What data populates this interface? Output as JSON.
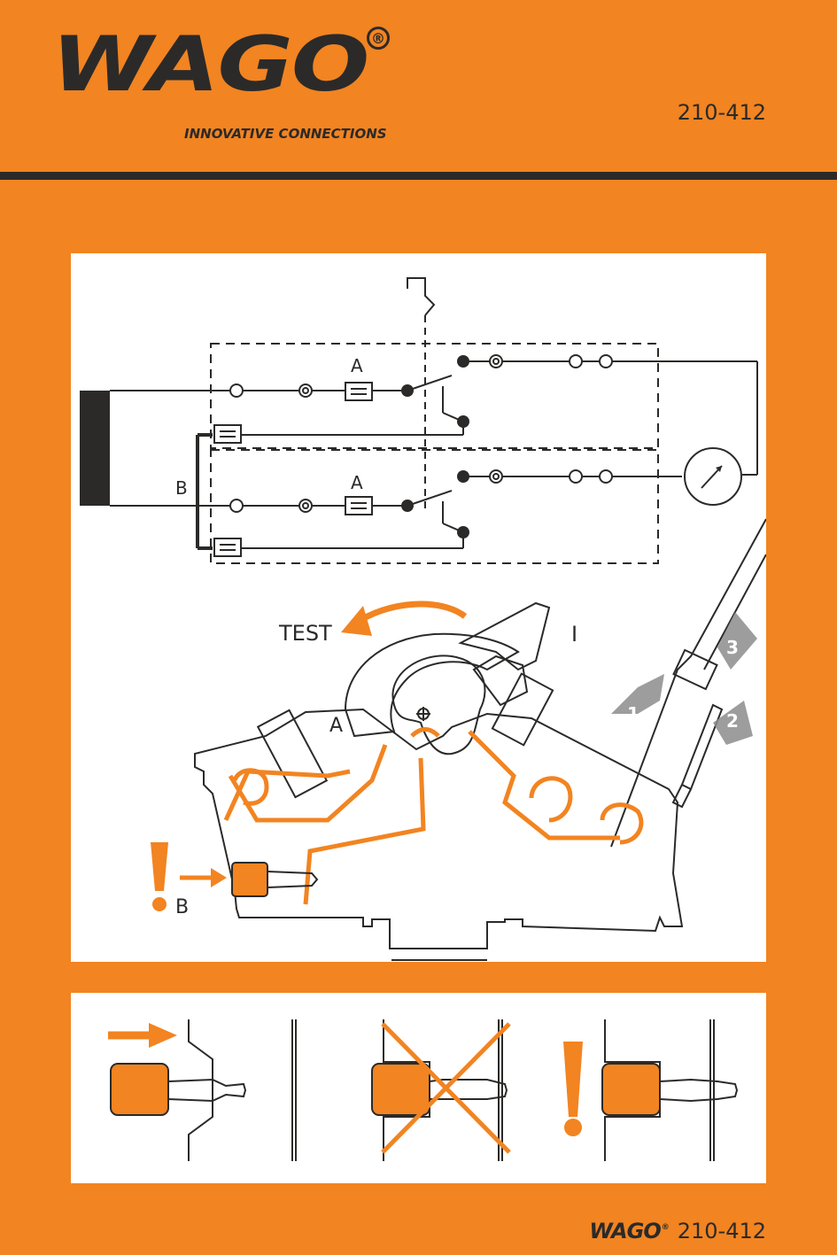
{
  "header": {
    "logo_text": "WAGO",
    "logo_registered": "®",
    "logo_tagline": "INNOVATIVE CONNECTIONS",
    "part_number": "210-412"
  },
  "schematic": {
    "label_a": "A",
    "label_b": "B"
  },
  "assembly": {
    "label_test": "TEST",
    "label_on": "I",
    "label_a": "A",
    "label_b": "B",
    "warning_mark": "!",
    "step_1": "1",
    "step_2": "2",
    "step_3": "3"
  },
  "insertion_guide": {
    "warning_mark": "!"
  },
  "footer": {
    "logo_text": "WAGO",
    "logo_registered": "®",
    "part_number": "210-412"
  },
  "colors": {
    "background": "#f28421",
    "line": "#2b2a29",
    "accent": "#f28421",
    "panel": "#ffffff"
  }
}
